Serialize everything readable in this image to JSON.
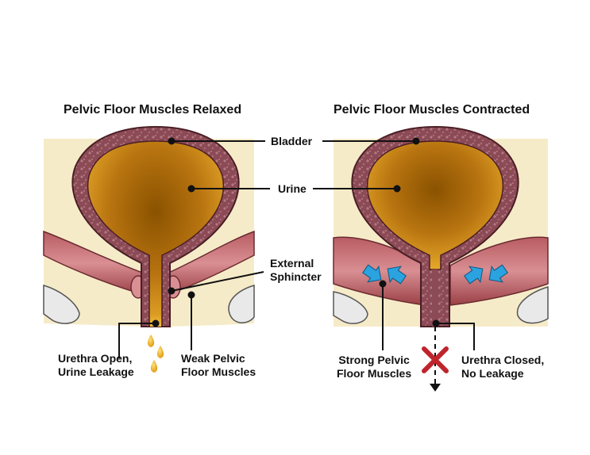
{
  "panels": {
    "relaxed": {
      "title": "Pelvic Floor Muscles Relaxed",
      "urethra_label": "Urethra Open,\nUrine Leakage",
      "muscle_label": "Weak Pelvic\nFloor Muscles"
    },
    "contracted": {
      "title": "Pelvic Floor Muscles Contracted",
      "urethra_label": "Urethra Closed,\nNo Leakage",
      "muscle_label": "Strong Pelvic\nFloor Muscles"
    }
  },
  "shared_labels": {
    "bladder": "Bladder",
    "urine": "Urine",
    "sphincter": "External\nSphincter"
  },
  "colors": {
    "tissue_bg": "#f6ebc8",
    "bladder_wall": "#8b4a55",
    "bladder_wall_texture": "#b07a82",
    "urine_dark": "#8a5200",
    "urine_light": "#e6a92a",
    "muscle": "#a0474d",
    "muscle_light": "#d98f93",
    "bone": "#e9e9e9",
    "arrow_blue": "#2aa3e0",
    "x_mark": "#c0242b"
  }
}
